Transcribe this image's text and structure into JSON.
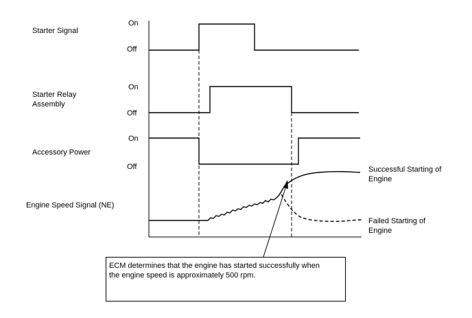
{
  "signals": {
    "starter_signal": {
      "name": "Starter Signal",
      "on_label": "On",
      "off_label": "Off"
    },
    "starter_relay": {
      "name_line1": "Starter Relay",
      "name_line2": "Assembly",
      "on_label": "On",
      "off_label": "Off"
    },
    "accessory_power": {
      "name": "Accessory Power",
      "on_label": "On",
      "off_label": "Off"
    },
    "engine_speed": {
      "name": "Engine Speed Signal (NE)"
    }
  },
  "outcomes": {
    "success_line1": "Successful Starting of",
    "success_line2": "Engine",
    "failure_line1": "Failed Starting of",
    "failure_line2": "Engine"
  },
  "note": {
    "line1": "ECM determines that the engine has started successfully when",
    "line2": "the engine speed is approximately 500 rpm."
  },
  "colors": {
    "ink": "#000000",
    "background": "#ffffff"
  }
}
